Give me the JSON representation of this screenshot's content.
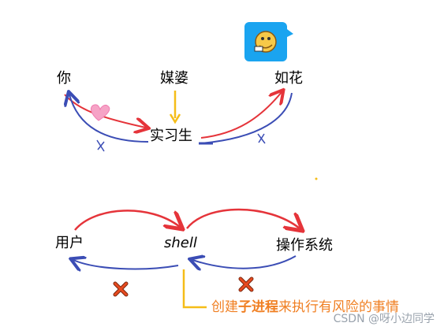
{
  "top": {
    "you": "你",
    "matchmaker": "媒婆",
    "flower": "如花",
    "intern": "实习生"
  },
  "bottom": {
    "user": "用户",
    "shell": "shell",
    "os": "操作系统",
    "note_prefix": "创建",
    "note_bold": "子进程",
    "note_suffix": "来执行有风险的事情"
  },
  "watermark": "CSDN @呀小边同学",
  "colors": {
    "red_arrow": "#e5343a",
    "blue_arrow": "#3b4db5",
    "yellow_arrow": "#f5bd18",
    "orange_text": "#f07f22",
    "cross": "#e84a1f",
    "heart": "#f6a3c6",
    "sticker": "#1aa4f0"
  },
  "icons": [
    "heart-icon",
    "emoji-sticker-icon",
    "cross-icon",
    "cross-icon"
  ]
}
